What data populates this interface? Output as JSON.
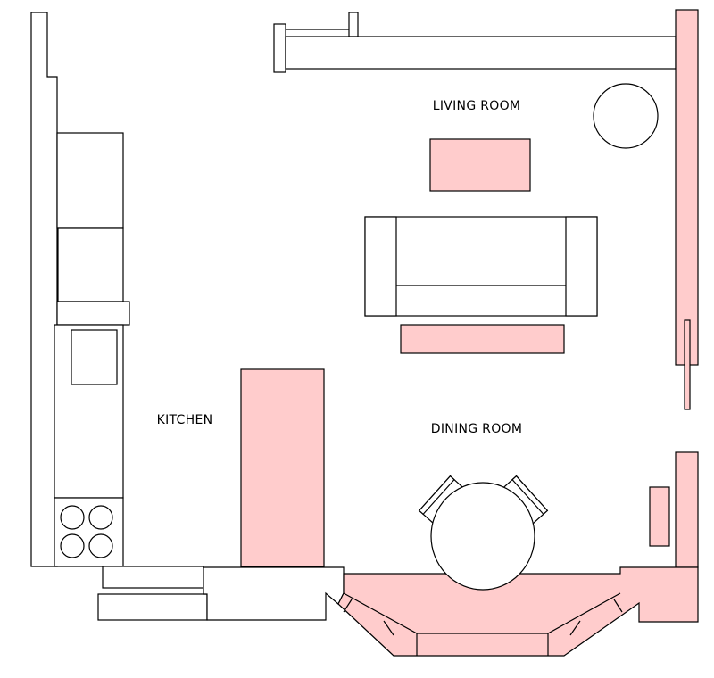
{
  "labels": {
    "living_room": "LIVING ROOM",
    "dining_room": "DINING ROOM",
    "kitchen": "KITCHEN"
  },
  "colors": {
    "highlight": "#ffcccc",
    "outline": "#000000",
    "background": "#ffffff"
  }
}
